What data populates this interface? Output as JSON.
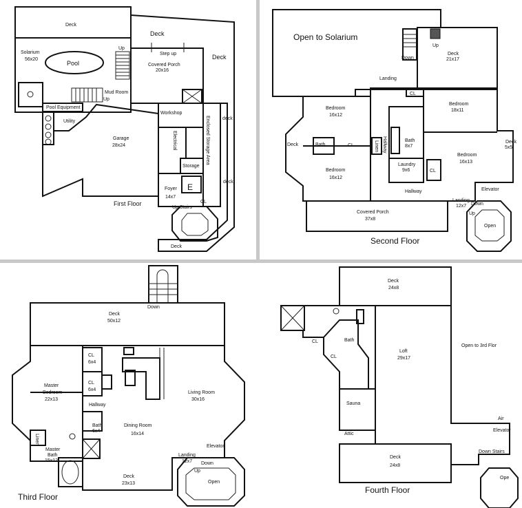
{
  "first": {
    "title": "First Floor",
    "deck_top": "Deck",
    "deck_right": "Deck",
    "solarium": "Solarium",
    "solarium_size": "56x20",
    "pool": "Pool",
    "up1": "Up",
    "up2": "Up",
    "step_up": "Step up",
    "covered_porch": "Covered Porch",
    "covered_porch_size": "20x16",
    "mud_room": "Mud Room",
    "pool_equipment": "Pool Equipment",
    "utility": "Utility",
    "garage": "Garage",
    "garage_size": "28x24",
    "workshop": "Workshop",
    "electrical": "Electrical",
    "storage": "Storage",
    "enclosed_storage": "Enclosed Storage Area",
    "deck_s1": "deck",
    "deck_s2": "deck",
    "foyer": "Foyer",
    "foyer_size": "14x7",
    "elevator": "E",
    "up_stairs": "Up Stairs",
    "cl": "CL",
    "deck_bottom": "Deck"
  },
  "second": {
    "title": "Second Floor",
    "open_solarium": "Open to Solarium",
    "down": "Down",
    "up": "Up",
    "deck": "Deck",
    "deck_size": "21x17",
    "landing": "Landing",
    "cl": "CL",
    "bedroom1": "Bedroom",
    "bedroom1_size": "16x12",
    "bedroom2": "Bedroom",
    "bedroom2_size": "18x11",
    "deck_left": "Deck",
    "bath1": "Bath",
    "cl2": "CL",
    "linen": "Linen",
    "hallway": "Hallway",
    "bath2": "Bath",
    "bath2_size": "8x7",
    "deck_right": "Deck",
    "deck_right_size": "5x5",
    "bedroom3": "Bedroom",
    "bedroom3_size": "16x12",
    "laundry": "Laundry",
    "laundry_size": "9x6",
    "cl3": "CL",
    "bedroom4": "Bedroom",
    "bedroom4_size": "16x13",
    "hallway2": "Hallway",
    "elevator": "Elevator",
    "landing2": "Landing",
    "landing2_size": "12x7",
    "down2": "Down",
    "up2": "Up",
    "covered_porch": "Covered Porch",
    "covered_porch_size": "37x8",
    "open": "Open"
  },
  "third": {
    "title": "Third Floor",
    "down": "Down",
    "deck": "Deck",
    "deck_size": "50x12",
    "cl1": "CL",
    "cl1_size": "6x4",
    "cl2": "CL",
    "cl2_size": "6x4",
    "master_bedroom": "Master",
    "master_bedroom2": "Bedroom",
    "master_bedroom_size": "22x13",
    "living": "Living Room",
    "living_size": "30x16",
    "hallway": "Hallway",
    "bath": "Bath",
    "bath_size": "6x4",
    "dining": "Dining Room",
    "dining_size": "16x14",
    "linen": "Linen",
    "master_bath": "Master",
    "master_bath2": "Bath",
    "master_bath_size": "15x12",
    "elevator": "Elevator",
    "landing": "Landing",
    "landing_size": "12x7",
    "down2": "Down",
    "up": "Up",
    "open": "Open",
    "deck2": "Deck",
    "deck2_size": "23x13"
  },
  "fourth": {
    "title": "Fourth Floor",
    "deck_top": "Deck",
    "deck_top_size": "24x8",
    "cl1": "CL",
    "cl2": "CL",
    "bath": "Bath",
    "loft": "Loft",
    "loft_size": "29x17",
    "open_3rd": "Open to 3rd Flor",
    "sauna": "Sauna",
    "attic": "Attic",
    "air": "Air",
    "elevator": "Elevator",
    "deck_bottom": "Deck",
    "deck_bottom_size": "24x8",
    "down_stairs": "Down Stairs",
    "open": "Ope"
  }
}
